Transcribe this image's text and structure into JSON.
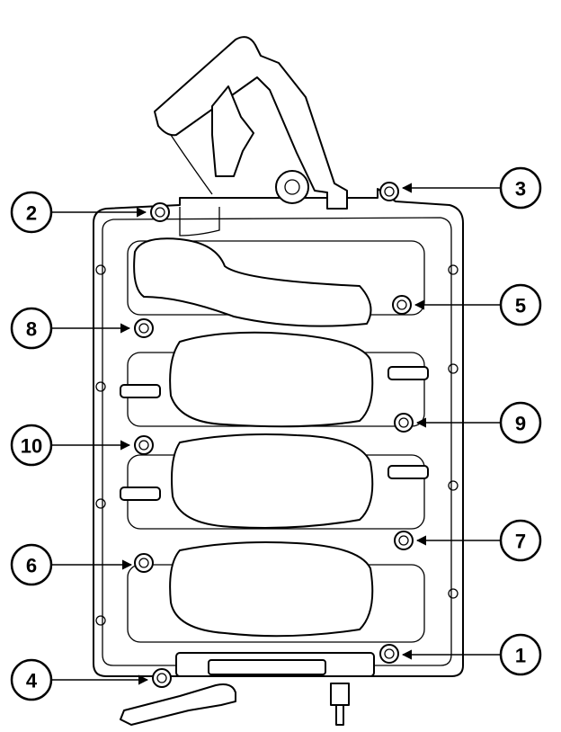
{
  "callouts": [
    {
      "id": "1",
      "label": "1"
    },
    {
      "id": "2",
      "label": "2"
    },
    {
      "id": "3",
      "label": "3"
    },
    {
      "id": "4",
      "label": "4"
    },
    {
      "id": "5",
      "label": "5"
    },
    {
      "id": "6",
      "label": "6"
    },
    {
      "id": "7",
      "label": "7"
    },
    {
      "id": "8",
      "label": "8"
    },
    {
      "id": "9",
      "label": "9"
    },
    {
      "id": "10",
      "label": "10"
    }
  ],
  "colors": {
    "line": "#000000",
    "background": "#ffffff"
  }
}
